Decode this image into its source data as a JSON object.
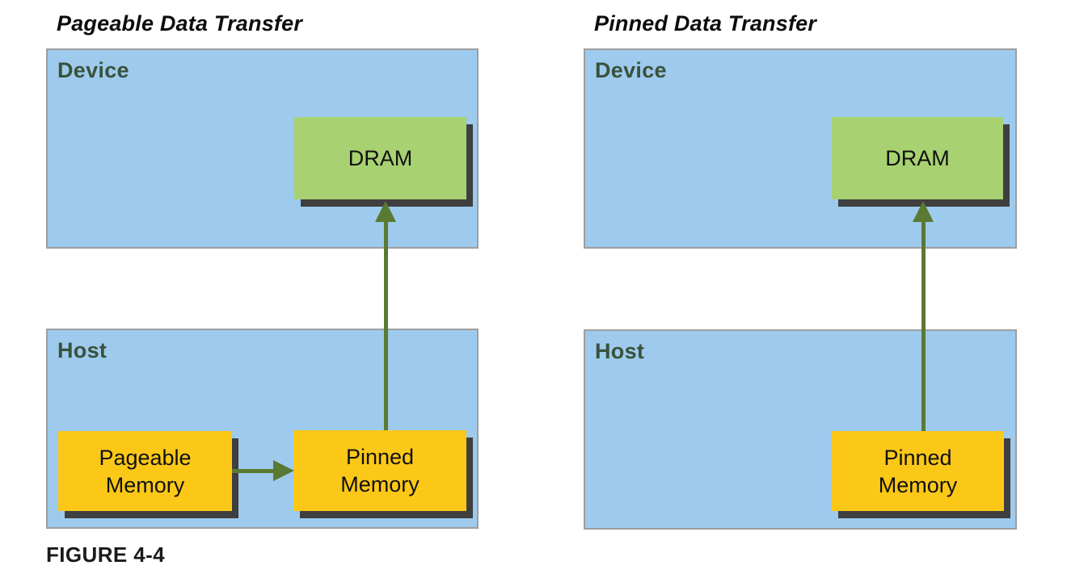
{
  "figure_label": "FIGURE 4-4",
  "panels": [
    {
      "title": "Pageable Data Transfer",
      "device": {
        "label": "Device",
        "dram": "DRAM"
      },
      "host": {
        "label": "Host",
        "pageable": "Pageable\nMemory",
        "pinned": "Pinned\nMemory"
      }
    },
    {
      "title": "Pinned Data Transfer",
      "device": {
        "label": "Device",
        "dram": "DRAM"
      },
      "host": {
        "label": "Host",
        "pinned": "Pinned\nMemory"
      }
    }
  ],
  "colors": {
    "panel_fill": "#9ecaed",
    "panel_border": "#9e9e9e",
    "dram_fill": "#a8d271",
    "memory_fill": "#fcc818",
    "shadow": "#3f3f3f",
    "arrow": "#5a7a33",
    "section_label": "#39523b",
    "title_text": "#0d0d0d"
  }
}
